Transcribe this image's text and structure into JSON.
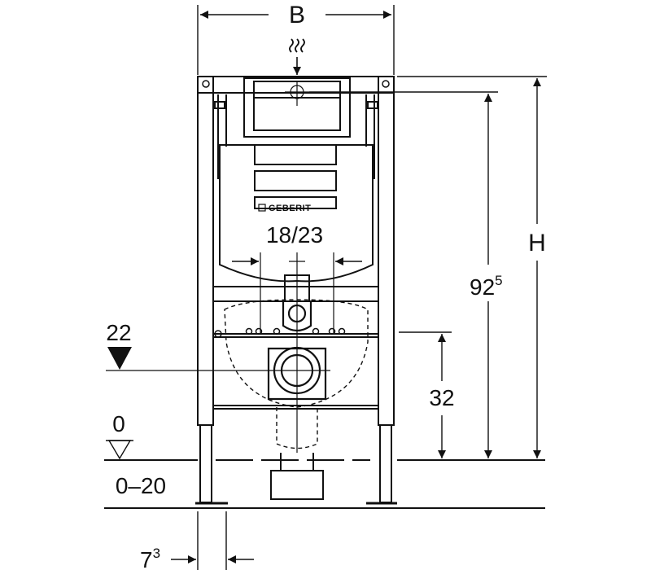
{
  "labels": {
    "width": "B",
    "height": "H",
    "spacing": "18/23",
    "height_925_main": "92",
    "height_925_sup": "5",
    "height_32": "32",
    "height_22": "22",
    "floor_zero": "0",
    "floor_range": "0–20",
    "offset_main": "7",
    "offset_sup": "3"
  },
  "brand": {
    "logo_text": "GEBERIT"
  },
  "colors": {
    "line": "#111111",
    "background": "#ffffff"
  }
}
